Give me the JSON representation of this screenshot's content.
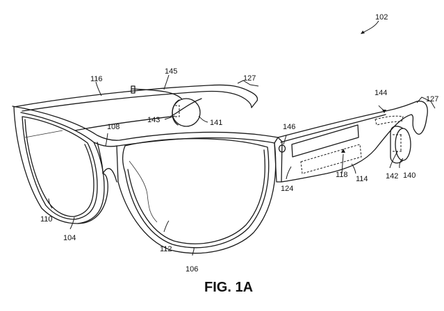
{
  "figure": {
    "caption": "FIG. 1A",
    "subject": "head-mountable eyeglasses device, perspective view"
  },
  "labels": {
    "l102": "102",
    "l104": "104",
    "l106": "106",
    "l108": "108",
    "l110": "110",
    "l112": "112",
    "l114": "114",
    "l116": "116",
    "l118": "118",
    "l124": "124",
    "l127a": "127",
    "l127b": "127",
    "l140": "140",
    "l141": "141",
    "l142": "142",
    "l143": "143",
    "l144": "144",
    "l145": "145",
    "l146": "146"
  },
  "colors": {
    "line": "#1a1a1a",
    "background": "#ffffff"
  }
}
